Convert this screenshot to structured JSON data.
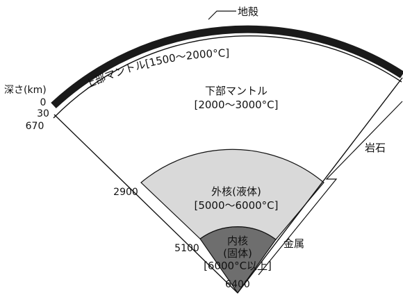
{
  "axis": {
    "title": "深さ(km)",
    "ticks": {
      "surface": "0",
      "crust_base": "30",
      "upper_mantle_base": "670",
      "core_mantle_boundary": "2900",
      "inner_core_boundary": "5100",
      "center": "6400"
    }
  },
  "layers": {
    "crust": {
      "label": "地殻"
    },
    "upper_mantle": {
      "label": "上部マントル[1500〜2000°C]"
    },
    "lower_mantle": {
      "name": "下部マントル",
      "temp": "[2000〜3000°C]"
    },
    "outer_core": {
      "name": "外核(液体)",
      "temp": "[5000〜6000°C]"
    },
    "inner_core": {
      "name": "内核",
      "state": "(固体)",
      "temp": "[6000°C以上]"
    }
  },
  "materials": {
    "rock": "岩石",
    "metal": "金属"
  },
  "colors": {
    "ink": "#111111",
    "crust": "#1a1a1a",
    "outer_core_fill": "#d9d9d9",
    "inner_core_fill": "#6e6e6e",
    "background": "#ffffff"
  }
}
